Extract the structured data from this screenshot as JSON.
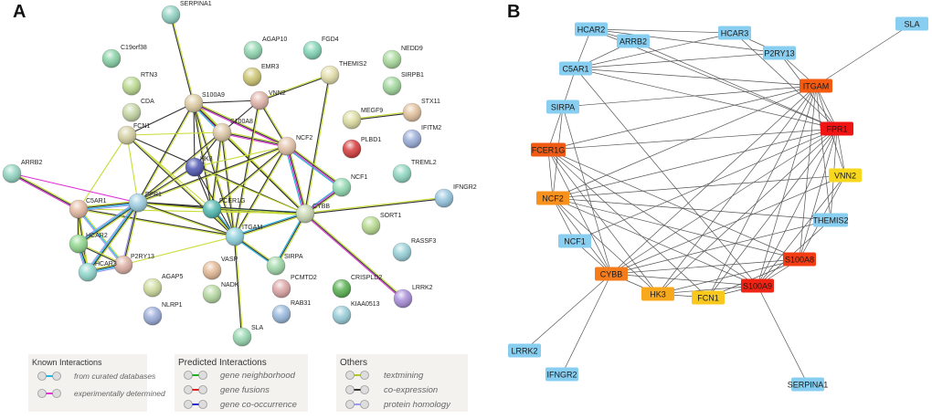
{
  "panels": {
    "a": {
      "letter": "A",
      "nodes": [
        {
          "id": "SERPINA1",
          "color": "#8fd1c2"
        },
        {
          "id": "C19orf38",
          "color": "#86d0a4"
        },
        {
          "id": "RTN3",
          "color": "#b9d98e"
        },
        {
          "id": "CDA",
          "color": "#c4d4a2"
        },
        {
          "id": "FCN1",
          "color": "#d4cfa0"
        },
        {
          "id": "S100A9",
          "color": "#dccaa0"
        },
        {
          "id": "S100A8",
          "color": "#dcc6a4"
        },
        {
          "id": "AGAP10",
          "color": "#8fd6b0"
        },
        {
          "id": "EMR3",
          "color": "#cbc46e"
        },
        {
          "id": "FGD4",
          "color": "#7fd4b4"
        },
        {
          "id": "VNN2",
          "color": "#e0b3a8"
        },
        {
          "id": "THEMIS2",
          "color": "#e2dda8"
        },
        {
          "id": "NEDD9",
          "color": "#a7d99a"
        },
        {
          "id": "SIRPB1",
          "color": "#9fd69a"
        },
        {
          "id": "MEGF9",
          "color": "#dcdca0"
        },
        {
          "id": "STX11",
          "color": "#e2c09c"
        },
        {
          "id": "PLBD1",
          "color": "#d53a3a"
        },
        {
          "id": "IFITM2",
          "color": "#98acd8"
        },
        {
          "id": "NCF2",
          "color": "#e3c2a8"
        },
        {
          "id": "HK3",
          "color": "#4d55b0"
        },
        {
          "id": "NCF1",
          "color": "#8fd8b0"
        },
        {
          "id": "TREML2",
          "color": "#8ed6c0"
        },
        {
          "id": "IFNGR2",
          "color": "#94c4de"
        },
        {
          "id": "ARRB2",
          "color": "#90d4c0"
        },
        {
          "id": "C5AR1",
          "color": "#e3b8a0"
        },
        {
          "id": "FPR1",
          "color": "#9ccde0"
        },
        {
          "id": "FCER1G",
          "color": "#4fb8b0"
        },
        {
          "id": "CYBB",
          "color": "#c6d6b0"
        },
        {
          "id": "ITGAM",
          "color": "#8cd0dc"
        },
        {
          "id": "SORT1",
          "color": "#b5d98c"
        },
        {
          "id": "HCAR2",
          "color": "#8fd68c"
        },
        {
          "id": "P2RY13",
          "color": "#dcaea2"
        },
        {
          "id": "HCAR3",
          "color": "#8ed6cc"
        },
        {
          "id": "SIRPA",
          "color": "#9fd8a8"
        },
        {
          "id": "RASSF3",
          "color": "#96d0d8"
        },
        {
          "id": "VASP",
          "color": "#e2b894"
        },
        {
          "id": "AGAP5",
          "color": "#cddc9c"
        },
        {
          "id": "NADK",
          "color": "#b4d8a0"
        },
        {
          "id": "PCMTD2",
          "color": "#dca4a4"
        },
        {
          "id": "CRISPLD2",
          "color": "#58b050"
        },
        {
          "id": "LRRK2",
          "color": "#a68cd8"
        },
        {
          "id": "NLRP1",
          "color": "#98aad8"
        },
        {
          "id": "RAB31",
          "color": "#96b8dc"
        },
        {
          "id": "KIAA0513",
          "color": "#96ccd8"
        },
        {
          "id": "SLA",
          "color": "#94d6ae"
        }
      ],
      "edges": [
        [
          "SERPINA1",
          "S100A9",
          [
            "tm",
            "co"
          ]
        ],
        [
          "S100A9",
          "FCN1",
          [
            "co"
          ]
        ],
        [
          "S100A9",
          "VNN2",
          [
            "co"
          ]
        ],
        [
          "S100A9",
          "S100A8",
          [
            "tm",
            "co",
            "exp",
            "db"
          ]
        ],
        [
          "S100A9",
          "NCF2",
          [
            "tm",
            "co",
            "exp"
          ]
        ],
        [
          "S100A9",
          "HK3",
          [
            "co"
          ]
        ],
        [
          "S100A9",
          "FCER1G",
          [
            "tm",
            "co"
          ]
        ],
        [
          "S100A9",
          "ITGAM",
          [
            "tm",
            "co"
          ]
        ],
        [
          "S100A9",
          "FPR1",
          [
            "tm",
            "co"
          ]
        ],
        [
          "S100A9",
          "CYBB",
          [
            "tm",
            "co"
          ]
        ],
        [
          "S100A8",
          "VNN2",
          [
            "co"
          ]
        ],
        [
          "S100A8",
          "NCF2",
          [
            "tm",
            "co",
            "exp"
          ]
        ],
        [
          "S100A8",
          "FCN1",
          [
            "tm"
          ]
        ],
        [
          "S100A8",
          "HK3",
          [
            "co"
          ]
        ],
        [
          "S100A8",
          "FCER1G",
          [
            "tm",
            "co"
          ]
        ],
        [
          "S100A8",
          "ITGAM",
          [
            "tm",
            "co"
          ]
        ],
        [
          "S100A8",
          "FPR1",
          [
            "tm",
            "co"
          ]
        ],
        [
          "S100A8",
          "CYBB",
          [
            "tm",
            "co"
          ]
        ],
        [
          "VNN2",
          "THEMIS2",
          [
            "tm",
            "co"
          ]
        ],
        [
          "VNN2",
          "NCF2",
          [
            "tm",
            "co"
          ]
        ],
        [
          "VNN2",
          "ITGAM",
          [
            "tm",
            "co"
          ]
        ],
        [
          "THEMIS2",
          "CYBB",
          [
            "tm",
            "co"
          ]
        ],
        [
          "MEGF9",
          "STX11",
          [
            "tm",
            "co"
          ]
        ],
        [
          "FCN1",
          "FPR1",
          [
            "tm"
          ]
        ],
        [
          "FCN1",
          "C5AR1",
          [
            "tm"
          ]
        ],
        [
          "FCN1",
          "ITGAM",
          [
            "tm",
            "co"
          ]
        ],
        [
          "FCN1",
          "CYBB",
          [
            "co"
          ]
        ],
        [
          "FCN1",
          "FCER1G",
          [
            "tm"
          ]
        ],
        [
          "NCF2",
          "NCF1",
          [
            "tm",
            "co",
            "exp",
            "db"
          ]
        ],
        [
          "NCF2",
          "CYBB",
          [
            "tm",
            "co",
            "exp",
            "db"
          ]
        ],
        [
          "NCF2",
          "HK3",
          [
            "tm"
          ]
        ],
        [
          "NCF2",
          "FCER1G",
          [
            "tm",
            "co"
          ]
        ],
        [
          "NCF2",
          "ITGAM",
          [
            "tm",
            "co"
          ]
        ],
        [
          "NCF2",
          "FPR1",
          [
            "tm",
            "co"
          ]
        ],
        [
          "HK3",
          "FPR1",
          [
            "tm",
            "co"
          ]
        ],
        [
          "HK3",
          "FCER1G",
          [
            "co"
          ]
        ],
        [
          "HK3",
          "ITGAM",
          [
            "co"
          ]
        ],
        [
          "HK3",
          "CYBB",
          [
            "tm"
          ]
        ],
        [
          "NCF1",
          "CYBB",
          [
            "tm",
            "co",
            "exp",
            "db"
          ]
        ],
        [
          "CYBB",
          "IFNGR2",
          [
            "tm",
            "co"
          ]
        ],
        [
          "CYBB",
          "LRRK2",
          [
            "tm",
            "co",
            "exp"
          ]
        ],
        [
          "CYBB",
          "ITGAM",
          [
            "tm",
            "co",
            "db"
          ]
        ],
        [
          "CYBB",
          "FCER1G",
          [
            "tm",
            "co",
            "db"
          ]
        ],
        [
          "CYBB",
          "FPR1",
          [
            "tm",
            "co"
          ]
        ],
        [
          "CYBB",
          "SIRPA",
          [
            "tm",
            "co",
            "db"
          ]
        ],
        [
          "CYBB",
          "C5AR1",
          [
            "tm"
          ]
        ],
        [
          "ITGAM",
          "SIRPA",
          [
            "tm",
            "co",
            "db"
          ]
        ],
        [
          "ITGAM",
          "SLA",
          [
            "tm",
            "co"
          ]
        ],
        [
          "ITGAM",
          "FCER1G",
          [
            "tm",
            "co",
            "db"
          ]
        ],
        [
          "ITGAM",
          "FPR1",
          [
            "tm",
            "co"
          ]
        ],
        [
          "ITGAM",
          "C5AR1",
          [
            "tm",
            "co"
          ]
        ],
        [
          "ITGAM",
          "P2RY13",
          [
            "tm"
          ]
        ],
        [
          "FCER1G",
          "FPR1",
          [
            "tm",
            "co"
          ]
        ],
        [
          "ARRB2",
          "C5AR1",
          [
            "tm",
            "co",
            "exp"
          ]
        ],
        [
          "ARRB2",
          "FPR1",
          [
            "exp"
          ]
        ],
        [
          "C5AR1",
          "FPR1",
          [
            "tm",
            "co",
            "db",
            "hom"
          ]
        ],
        [
          "C5AR1",
          "HCAR2",
          [
            "tm",
            "co"
          ]
        ],
        [
          "C5AR1",
          "HCAR3",
          [
            "tm",
            "co"
          ]
        ],
        [
          "C5AR1",
          "P2RY13",
          [
            "tm",
            "db",
            "hom"
          ]
        ],
        [
          "FPR1",
          "HCAR2",
          [
            "tm",
            "co",
            "db",
            "hom"
          ]
        ],
        [
          "FPR1",
          "HCAR3",
          [
            "tm",
            "co",
            "db",
            "hom"
          ]
        ],
        [
          "FPR1",
          "P2RY13",
          [
            "tm",
            "co",
            "hom"
          ]
        ],
        [
          "HCAR2",
          "HCAR3",
          [
            "tm",
            "co",
            "db",
            "hom"
          ]
        ],
        [
          "HCAR2",
          "P2RY13",
          [
            "tm",
            "co"
          ]
        ],
        [
          "HCAR3",
          "P2RY13",
          [
            "tm",
            "co",
            "db",
            "hom"
          ]
        ]
      ],
      "edge_colors": {
        "db": "#22b8e0",
        "exp": "#e033d8",
        "tm": "#c8dc36",
        "co": "#333333",
        "hom": "#9b9bf0"
      },
      "legend": {
        "known": {
          "title": "Known Interactions",
          "items": [
            {
              "label": "from curated databases",
              "color": "#22b8e0"
            },
            {
              "label": "experimentally determined",
              "color": "#e033d8"
            }
          ]
        },
        "predicted": {
          "title": "Predicted Interactions",
          "items": [
            {
              "label": "gene neighborhood",
              "color": "#22b022"
            },
            {
              "label": "gene fusions",
              "color": "#e02020"
            },
            {
              "label": "gene co-occurrence",
              "color": "#2a2ad0"
            }
          ]
        },
        "others": {
          "title": "Others",
          "items": [
            {
              "label": "textmining",
              "color": "#b4c81e"
            },
            {
              "label": "co-expression",
              "color": "#333333"
            },
            {
              "label": "protein homology",
              "color": "#9b9bf0"
            }
          ]
        }
      }
    },
    "b": {
      "letter": "B",
      "nodes": [
        {
          "id": "SLA",
          "color": "#87cef0"
        },
        {
          "id": "HCAR2",
          "color": "#87cef0"
        },
        {
          "id": "HCAR3",
          "color": "#87cef0"
        },
        {
          "id": "ARRB2",
          "color": "#87cef0"
        },
        {
          "id": "P2RY13",
          "color": "#87cef0"
        },
        {
          "id": "C5AR1",
          "color": "#87cef0"
        },
        {
          "id": "ITGAM",
          "color": "#f45a10"
        },
        {
          "id": "SIRPA",
          "color": "#87cef0"
        },
        {
          "id": "FPR1",
          "color": "#f01414"
        },
        {
          "id": "FCER1G",
          "color": "#f05a14"
        },
        {
          "id": "VNN2",
          "color": "#f8d81c"
        },
        {
          "id": "NCF2",
          "color": "#f8901c"
        },
        {
          "id": "THEMIS2",
          "color": "#87cef0"
        },
        {
          "id": "NCF1",
          "color": "#87cef0"
        },
        {
          "id": "S100A8",
          "color": "#f43c14"
        },
        {
          "id": "CYBB",
          "color": "#f47c1c"
        },
        {
          "id": "S100A9",
          "color": "#f02414"
        },
        {
          "id": "HK3",
          "color": "#f8a81c"
        },
        {
          "id": "FCN1",
          "color": "#f8c81c"
        },
        {
          "id": "LRRK2",
          "color": "#87cef0"
        },
        {
          "id": "IFNGR2",
          "color": "#87cef0"
        },
        {
          "id": "SERPINA1",
          "color": "#87cef0"
        }
      ],
      "edges": [
        [
          "SLA",
          "ITGAM"
        ],
        [
          "HCAR2",
          "HCAR3"
        ],
        [
          "HCAR2",
          "P2RY13"
        ],
        [
          "HCAR2",
          "ARRB2"
        ],
        [
          "HCAR2",
          "FPR1"
        ],
        [
          "HCAR2",
          "C5AR1"
        ],
        [
          "HCAR3",
          "P2RY13"
        ],
        [
          "HCAR3",
          "C5AR1"
        ],
        [
          "HCAR3",
          "FPR1"
        ],
        [
          "ARRB2",
          "C5AR1"
        ],
        [
          "ARRB2",
          "FPR1"
        ],
        [
          "P2RY13",
          "C5AR1"
        ],
        [
          "P2RY13",
          "ITGAM"
        ],
        [
          "P2RY13",
          "FPR1"
        ],
        [
          "C5AR1",
          "ITGAM"
        ],
        [
          "C5AR1",
          "FPR1"
        ],
        [
          "C5AR1",
          "SIRPA"
        ],
        [
          "C5AR1",
          "S100A9"
        ],
        [
          "ITGAM",
          "SIRPA"
        ],
        [
          "ITGAM",
          "FCER1G"
        ],
        [
          "ITGAM",
          "NCF2"
        ],
        [
          "ITGAM",
          "CYBB"
        ],
        [
          "ITGAM",
          "HK3"
        ],
        [
          "ITGAM",
          "FCN1"
        ],
        [
          "ITGAM",
          "S100A9"
        ],
        [
          "ITGAM",
          "S100A8"
        ],
        [
          "ITGAM",
          "THEMIS2"
        ],
        [
          "ITGAM",
          "VNN2"
        ],
        [
          "ITGAM",
          "FPR1"
        ],
        [
          "FPR1",
          "FCER1G"
        ],
        [
          "FPR1",
          "NCF2"
        ],
        [
          "FPR1",
          "NCF1"
        ],
        [
          "FPR1",
          "HK3"
        ],
        [
          "FPR1",
          "FCN1"
        ],
        [
          "FPR1",
          "S100A9"
        ],
        [
          "FPR1",
          "S100A8"
        ],
        [
          "FPR1",
          "VNN2"
        ],
        [
          "FPR1",
          "THEMIS2"
        ],
        [
          "FPR1",
          "CYBB"
        ],
        [
          "SIRPA",
          "FCER1G"
        ],
        [
          "SIRPA",
          "CYBB"
        ],
        [
          "SIRPA",
          "NCF2"
        ],
        [
          "FCER1G",
          "NCF2"
        ],
        [
          "FCER1G",
          "CYBB"
        ],
        [
          "FCER1G",
          "HK3"
        ],
        [
          "FCER1G",
          "FCN1"
        ],
        [
          "FCER1G",
          "S100A9"
        ],
        [
          "FCER1G",
          "S100A8"
        ],
        [
          "VNN2",
          "NCF2"
        ],
        [
          "VNN2",
          "S100A8"
        ],
        [
          "VNN2",
          "S100A9"
        ],
        [
          "VNN2",
          "CYBB"
        ],
        [
          "NCF2",
          "CYBB"
        ],
        [
          "NCF2",
          "THEMIS2"
        ],
        [
          "NCF2",
          "S100A8"
        ],
        [
          "NCF2",
          "S100A9"
        ],
        [
          "NCF2",
          "NCF1"
        ],
        [
          "NCF2",
          "HK3"
        ],
        [
          "THEMIS2",
          "S100A9"
        ],
        [
          "THEMIS2",
          "CYBB"
        ],
        [
          "NCF1",
          "CYBB"
        ],
        [
          "S100A8",
          "S100A9"
        ],
        [
          "S100A8",
          "CYBB"
        ],
        [
          "S100A8",
          "HK3"
        ],
        [
          "S100A8",
          "FCN1"
        ],
        [
          "CYBB",
          "S100A9"
        ],
        [
          "CYBB",
          "HK3"
        ],
        [
          "CYBB",
          "LRRK2"
        ],
        [
          "CYBB",
          "IFNGR2"
        ],
        [
          "S100A9",
          "HK3"
        ],
        [
          "S100A9",
          "FCN1"
        ],
        [
          "S100A9",
          "SERPINA1"
        ],
        [
          "HK3",
          "FCN1"
        ]
      ]
    }
  }
}
